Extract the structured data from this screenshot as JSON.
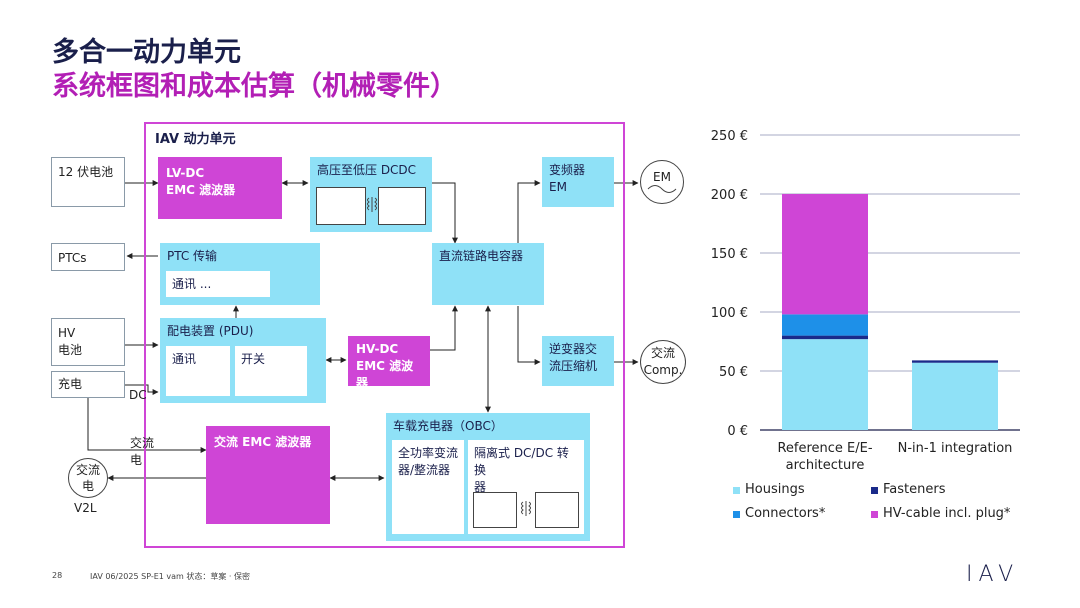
{
  "title": {
    "line1": "多合一动力单元",
    "line2": "系统框图和成本估算（机械零件）"
  },
  "diagram": {
    "unit_label": "IAV 动力单元",
    "battery_12v": "12 伏电池",
    "ptcs": "PTCs",
    "hv_battery": "HV\n电池",
    "charge": "充电",
    "dc_label": "DC",
    "ac_label": "交流\n电",
    "v2l_circle": "交流\n电",
    "v2l_label": "V2L",
    "lvdc_emc": "LV-DC\nEMC 滤波器",
    "dcdc": "高压至低压 DCDC",
    "inverter": "变频器\nEM",
    "em": "EM",
    "ptc_transfer": "PTC 传输",
    "comm_dots": "通讯 ...",
    "dc_link": "直流链路电容器",
    "pdu": "配电装置 (PDU)",
    "pdu_comm": "通讯",
    "pdu_switch": "开关",
    "hvdc_emc": "HV-DC\nEMC 滤波器",
    "ac_compressor_inverter": "逆变器交\n流压缩机",
    "ac_comp": "交流\nComp.",
    "ac_emc": "交流 EMC 滤波器",
    "obc": "车载充电器（OBC）",
    "pfc": "全功率变流\n器/整流器",
    "isolated_dcdc": "隔离式 DC/DC 转换\n器"
  },
  "colors": {
    "cyan": "#8fe1f7",
    "magenta": "#cf45d6",
    "navy": "#1a1f4b",
    "blue": "#1e90e8",
    "dark_blue": "#1a2a8a"
  },
  "chart_data": {
    "type": "bar",
    "stacked": true,
    "categories": [
      "Reference E/E-\narchitecture",
      "N-in-1 integration"
    ],
    "series": [
      {
        "name": "Housings",
        "color": "#8fe1f7",
        "values": [
          77,
          57
        ]
      },
      {
        "name": "Fasteners",
        "color": "#1a2a8a",
        "values": [
          3,
          2
        ]
      },
      {
        "name": "Connectors*",
        "color": "#1e90e8",
        "values": [
          18,
          0
        ]
      },
      {
        "name": "HV-cable incl. plug*",
        "color": "#cf45d6",
        "values": [
          102,
          0
        ]
      }
    ],
    "ylim": [
      0,
      250
    ],
    "yticks": [
      "0 €",
      "50 €",
      "100 €",
      "150 €",
      "200 €",
      "250 €"
    ],
    "grid": true,
    "legend_position": "bottom"
  },
  "footer": {
    "page": "28",
    "meta": "IAV 06/2025 SP-E1 vam 状态：草案 · 保密",
    "logo": "IAV"
  }
}
